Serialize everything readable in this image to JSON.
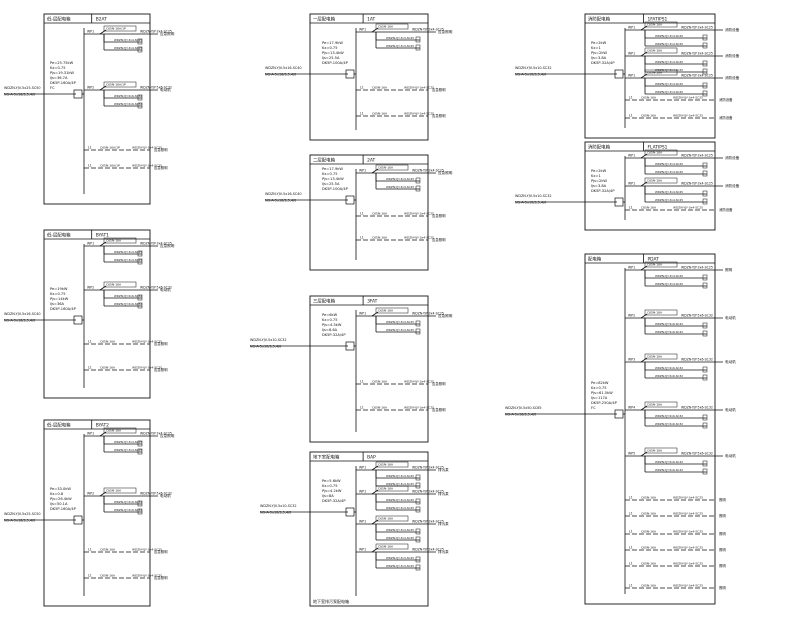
{
  "panels": [
    {
      "id": "B2AT",
      "header_left": "低-层配电箱",
      "header_right": "B2AT",
      "params": [
        "Pe=25.75kW",
        "Kx=0.75",
        "Pjs=19.31kW",
        "Ijs=36.7A",
        "DK5P-160A/4P",
        "FC"
      ],
      "feeders": [
        {
          "sw": "WP1",
          "br": "L1",
          "cb": "C65N-16A/1P",
          "cable": "WDZN-YJY-3x4-SC25",
          "ld": "应急照明"
        },
        {
          "sw": "WP2",
          "br": "L2",
          "cb": "C65N-16A/1P",
          "cable": "WDZN-YJY-5x6-SC32",
          "ld": "电动机"
        }
      ],
      "incoming": [
        "WDZN-YJV-5x25-SC50",
        "NG-A-5x16/3,5,4/0"
      ]
    },
    {
      "id": "BYAT1",
      "header_left": "低-层配电箱",
      "header_right": "BYAT1",
      "params": [
        "Pe=19kW",
        "Kx=0.75",
        "Pjs=14kW",
        "Ijs=36A",
        "DK5P-160A/4P"
      ],
      "feeders": [
        {
          "sw": "WP1",
          "br": "L1",
          "cb": "C65N-16A",
          "cable": "WDZN-YJY-3x4-SC25",
          "ld": "应急照明"
        },
        {
          "sw": "WP2",
          "br": "L2",
          "cb": "C65N-16A",
          "cable": "WDZN-YJY-5x6-SC32",
          "ld": "电动机"
        }
      ],
      "incoming": [
        "WDZN-YJV-5x16-SC40",
        "NG-A-5x16/3,5,4/0"
      ]
    },
    {
      "id": "BYAT2",
      "header_left": "低-层配电箱",
      "header_right": "BYAT2",
      "params": [
        "Pe=33.0kW",
        "Kx=0.8",
        "Pjs=26.4kW",
        "Ijs=50.1A",
        "DK5P-160A/4P"
      ],
      "feeders": [
        {
          "sw": "WP1",
          "br": "L1",
          "cb": "C65N-16A",
          "cable": "WDZN-YJY-3x4-SC25",
          "ld": "应急照明"
        },
        {
          "sw": "WP2",
          "br": "L2",
          "cb": "C65N-16A",
          "cable": "WDZN-YJY-5x6-SC32",
          "ld": "电动机"
        }
      ],
      "incoming": [
        "WDZN-YJV-5x25-SC50",
        "NG-A-5x16/3,5,4/0"
      ]
    },
    {
      "id": "1AT",
      "header_left": "一层配电箱",
      "header_right": "1AT",
      "params": [
        "Pe=17.9kW",
        "Kx=0.75",
        "Pjs=13.4kW",
        "Ijs=25.5A",
        "DK5P-100A/4P"
      ],
      "feeders": [
        {
          "sw": "WP1",
          "br": "L1",
          "cb": "C65N-16A",
          "cable": "WDZN-YJY-3x4-SC25",
          "ld": "应急照明"
        }
      ],
      "incoming": [
        "WDZN-YJV-5x16-SC40",
        "NG-A-5x16/3,5,4/0"
      ]
    },
    {
      "id": "2AT",
      "header_left": "二层配电箱",
      "header_right": "2AT",
      "params": [
        "Pe=17.9kW",
        "Kx=0.75",
        "Pjs=13.4kW",
        "Ijs=25.5A",
        "DK5P-100A/4P"
      ],
      "feeders": [
        {
          "sw": "WP1",
          "br": "L1",
          "cb": "C65N-16A",
          "cable": "WDZN-YJY-3x4-SC25",
          "ld": "应急照明"
        }
      ],
      "incoming": [
        "WDZN-YJV-5x16-SC40",
        "NG-A-5x16/3,5,4/0"
      ]
    },
    {
      "id": "3FAT",
      "header_left": "三层配电箱",
      "header_right": "3FAT",
      "params": [
        "Pe=6kW",
        "Kx=0.75",
        "Pjs=4.5kW",
        "Ijs=8.6A",
        "DK5P-32A/4P"
      ],
      "feeders": [
        {
          "sw": "WP1",
          "br": "L1",
          "cb": "C65N-16A",
          "cable": "WDZN-YJY-3x4-SC25",
          "ld": "应急照明"
        }
      ],
      "incoming": [
        "WDZN-YJV-5x10-SC32",
        "NG-A-5x10/3,5,4/0"
      ]
    },
    {
      "id": "BAP",
      "header_left": "地下室配电箱",
      "header_right": "BAP",
      "params": [
        "Pe=5.6kW",
        "Kx=0.75",
        "Pjs=4.2kW",
        "Ijs=8A",
        "DK5P-32A/4P"
      ],
      "feeders": [
        {
          "sw": "WP1",
          "br": "L1",
          "cb": "C65N-16A",
          "cable": "WDZN-YJY-3x4-SC25",
          "ld": "排污泵"
        }
      ],
      "incoming": [
        "WDZN-YJV-5x10-SC32",
        "NG-A-5x10/3,5,4/0"
      ],
      "footer": "地下室排污泵配电箱"
    },
    {
      "id": "1FATIPS1",
      "header_left": "消防配电箱",
      "header_right": "1FATIPS1",
      "params": [
        "Pe=2kW",
        "Kx=1",
        "Pjs=2kW",
        "Ijs=3.8A",
        "DK5P-32A/4P"
      ],
      "feeders": [
        {
          "sw": "WP1",
          "br": "L1",
          "cb": "C65N-16A",
          "cable": "WDZN-YJY-3x4-SC25",
          "ld": "消防设备"
        }
      ],
      "incoming": [
        "WDZN-YJV-5x10-SC32",
        "NG-A-5x10/3,5,4/0"
      ]
    },
    {
      "id": "FLATIPS1",
      "header_left": "消防配电箱",
      "header_right": "FLATIPS1",
      "params": [
        "Pe=2kW",
        "Kx=1",
        "Pjs=2kW",
        "Ijs=3.8A",
        "DK5P-32A/4P"
      ],
      "feeders": [
        {
          "sw": "WP1",
          "br": "L1",
          "cb": "C65N-16A",
          "cable": "WDZN-YJY-3x4-SC25",
          "ld": "消防设备"
        }
      ],
      "incoming": [
        "WDZN-YJV-5x10-SC32",
        "NG-A-5x10/3,5,4/0"
      ]
    },
    {
      "id": "PDAT",
      "header_left": "配电箱",
      "header_right": "PDAT",
      "params": [
        "Pe=82kW",
        "Kx=0.75",
        "Pjs=61.5kW",
        "Ijs=117A",
        "DK5P-250A/4P",
        "FC"
      ],
      "feeders": [
        {
          "sw": "WP1",
          "br": "L1",
          "cb": "C65N-16A",
          "cable": "WDZN-YJY-3x4-SC25",
          "ld": "照明"
        },
        {
          "sw": "WP2",
          "br": "L2",
          "cb": "C65N-16A",
          "cable": "WDZN-YJY-5x6-SC32",
          "ld": "电动机"
        },
        {
          "sw": "WP3",
          "br": "L3",
          "cb": "C65N-16A",
          "cable": "WDZN-YJY-5x6-SC32",
          "ld": "电动机"
        },
        {
          "sw": "WP4",
          "br": "L4",
          "cb": "C65N-16A",
          "cable": "WDZN-YJY-5x6-SC32",
          "ld": "电动机"
        },
        {
          "sw": "WP5",
          "br": "L5",
          "cb": "C65N-16A",
          "cable": "WDZN-YJY-5x6-SC32",
          "ld": "电动机"
        }
      ],
      "incoming": [
        "WDZN-YJV-5x50-SC65",
        "NG-A-5x16/3,5,4/0"
      ]
    }
  ]
}
